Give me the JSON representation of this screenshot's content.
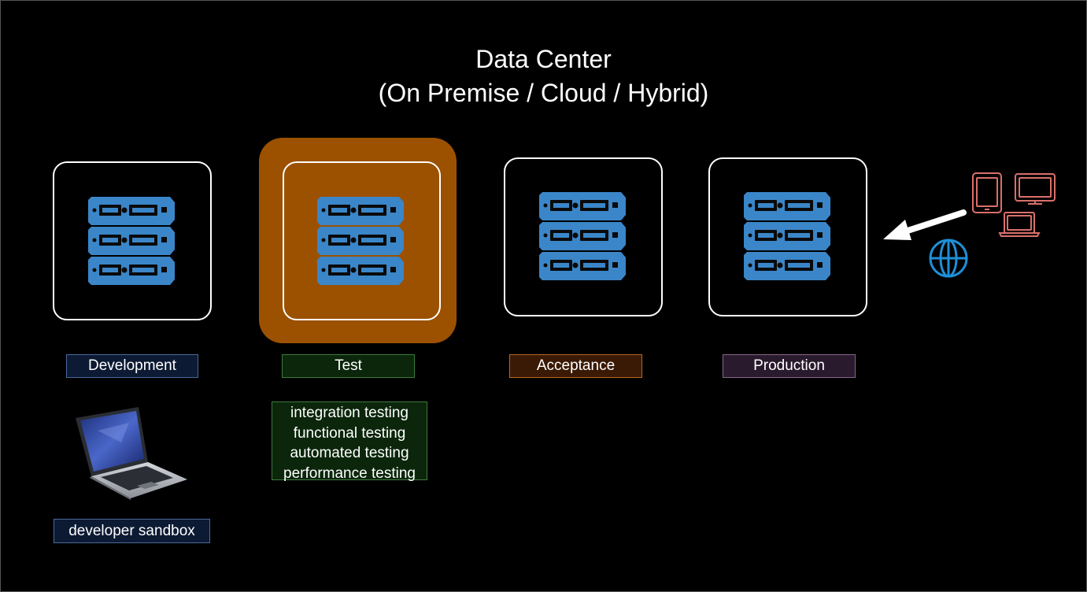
{
  "title": {
    "line1": "Data Center",
    "line2": "(On Premise / Cloud / Hybrid)"
  },
  "environments": [
    {
      "label": "Development",
      "highlighted": false
    },
    {
      "label": "Test",
      "highlighted": true
    },
    {
      "label": "Acceptance",
      "highlighted": false
    },
    {
      "label": "Production",
      "highlighted": false
    }
  ],
  "test_activities": [
    "integration testing",
    "functional testing",
    "automated testing",
    "performance testing"
  ],
  "sandbox_label": "developer sandbox",
  "icons": [
    "server-rack-icon",
    "laptop-icon",
    "tablet-icon",
    "monitor-icon",
    "globe-icon",
    "arrow-icon"
  ],
  "colors": {
    "background": "#000000",
    "server_blue": "#3a86c8",
    "highlight_orange": "#9c5100",
    "device_pink": "#d9706a",
    "globe_blue": "#1e8fd8"
  }
}
